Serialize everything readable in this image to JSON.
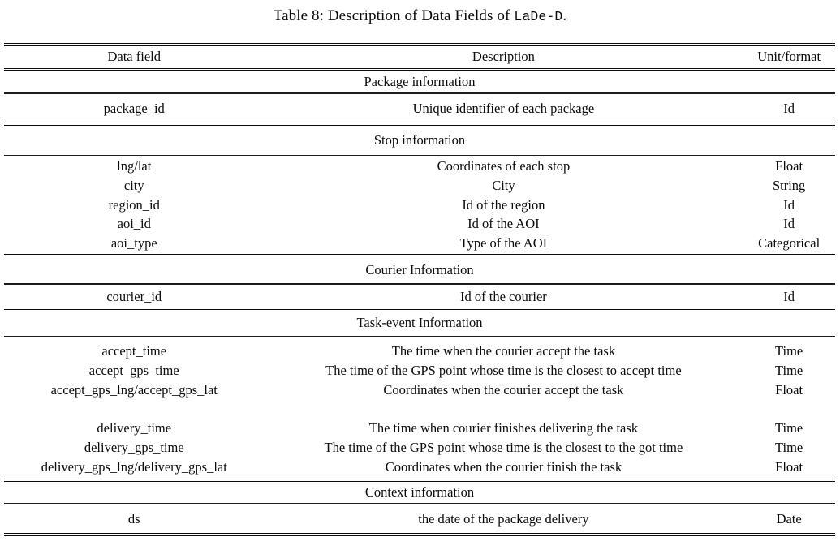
{
  "caption": {
    "prefix": "Table 8: Description of Data Fields of",
    "code": "LaDe-D",
    "suffix": "."
  },
  "columns": {
    "field": "Data field",
    "description": "Description",
    "unit": "Unit/format"
  },
  "sections": [
    {
      "title": "Package information",
      "rows": [
        {
          "field": "package_id",
          "desc": "Unique identifier of each package",
          "unit": "Id"
        }
      ]
    },
    {
      "title": "Stop information",
      "rows": [
        {
          "field": "lng/lat",
          "desc": "Coordinates of each stop",
          "unit": "Float"
        },
        {
          "field": "city",
          "desc": "City",
          "unit": "String"
        },
        {
          "field": "region_id",
          "desc": "Id of the region",
          "unit": "Id"
        },
        {
          "field": "aoi_id",
          "desc": "Id of the AOI",
          "unit": "Id"
        },
        {
          "field": "aoi_type",
          "desc": "Type of the AOI",
          "unit": "Categorical"
        }
      ]
    },
    {
      "title": "Courier Information",
      "rows": [
        {
          "field": "courier_id",
          "desc": "Id of the courier",
          "unit": "Id"
        }
      ]
    },
    {
      "title": "Task-event Information",
      "rows": [
        {
          "field": "accept_time",
          "desc": "The time when the courier accept the task",
          "unit": "Time"
        },
        {
          "field": "accept_gps_time",
          "desc": "The time of the GPS point whose time is the closest to accept time",
          "unit": "Time"
        },
        {
          "field": "accept_gps_lng/accept_gps_lat",
          "desc": "Coordinates when the courier accept the task",
          "unit": "Float"
        },
        {
          "field": "delivery_time",
          "desc": "The time when courier finishes delivering the task",
          "unit": "Time"
        },
        {
          "field": "delivery_gps_time",
          "desc": "The time of the GPS point whose time is the closest to the got time",
          "unit": "Time"
        },
        {
          "field": "delivery_gps_lng/delivery_gps_lat",
          "desc": "Coordinates when the courier finish the task",
          "unit": "Float"
        }
      ]
    },
    {
      "title": "Context information",
      "rows": [
        {
          "field": "ds",
          "desc": "the date of the package delivery",
          "unit": "Date"
        }
      ]
    }
  ]
}
